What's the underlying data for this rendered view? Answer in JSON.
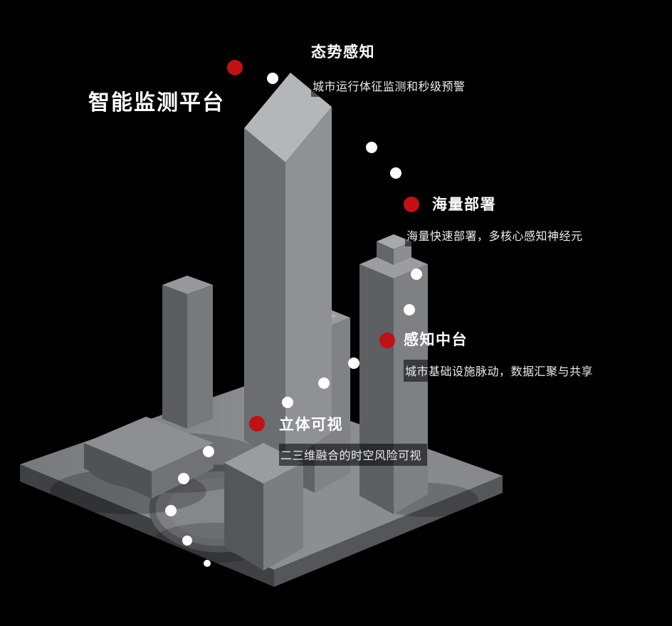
{
  "title": "智能监测平台",
  "annotations": [
    {
      "label": "态势感知",
      "desc": "城市运行体征监测和秒级预警"
    },
    {
      "label": "海量部署",
      "desc": "海量快速部署，多核心感知神经元"
    },
    {
      "label": "感知中台",
      "desc": "城市基础设施脉动，数据汇聚与共享"
    },
    {
      "label": "立体可视",
      "desc": "二三维融合的时空风险可视"
    }
  ],
  "colors": {
    "background": "#000000",
    "accent_red": "#c01115",
    "dot_white": "#ffffff",
    "text_primary": "#ffffff",
    "text_secondary": "#ededed"
  },
  "trail": {
    "red_dots": [
      [
        330,
        95,
        11
      ],
      [
        578,
        287,
        11
      ],
      [
        544,
        478,
        11
      ],
      [
        361,
        595,
        11
      ]
    ],
    "white_dots": [
      [
        383,
        110,
        8
      ],
      [
        522,
        207,
        8
      ],
      [
        556,
        243,
        8
      ],
      [
        585,
        385,
        8
      ],
      [
        575,
        435,
        8
      ],
      [
        497,
        510,
        8
      ],
      [
        455,
        538,
        8
      ],
      [
        404,
        565,
        8
      ],
      [
        293,
        634,
        8
      ],
      [
        258,
        672,
        8
      ],
      [
        240,
        717,
        8
      ],
      [
        263,
        759,
        7
      ],
      [
        291,
        791,
        5
      ]
    ]
  }
}
